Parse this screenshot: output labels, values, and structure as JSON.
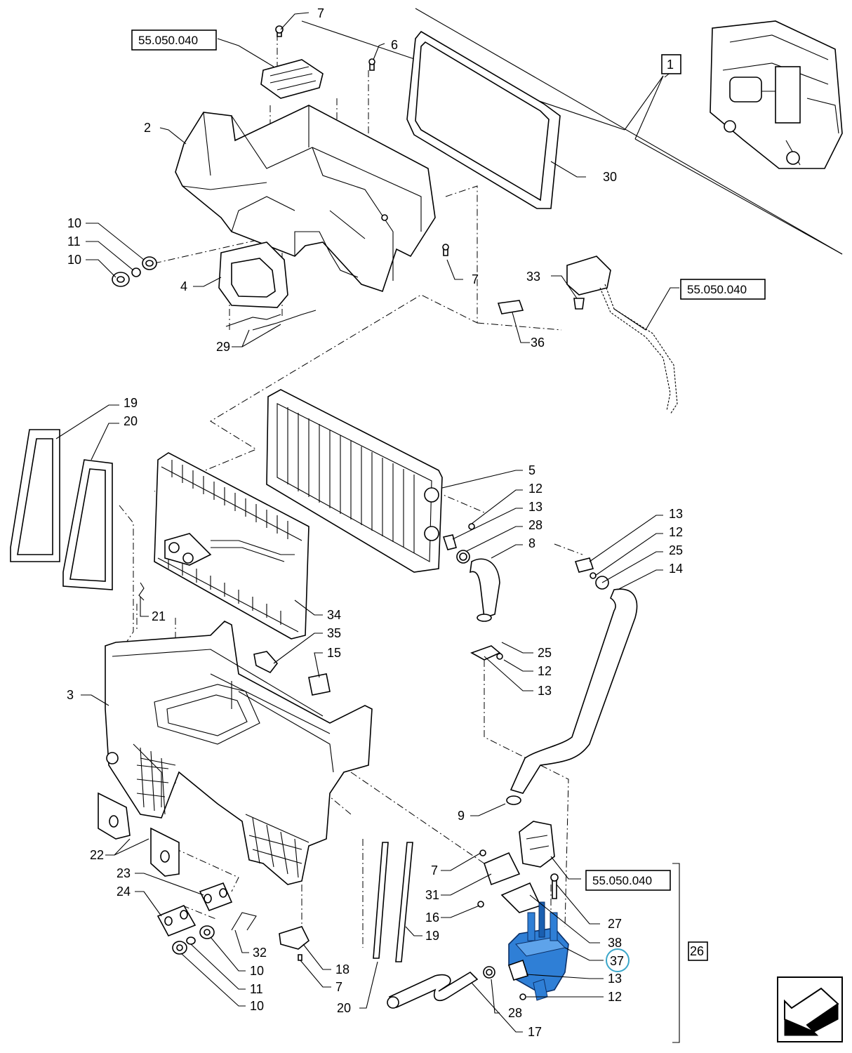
{
  "callouts": {
    "c1": "1",
    "c2": "2",
    "c3": "3",
    "c4": "4",
    "c5": "5",
    "c6": "6",
    "c7a": "7",
    "c7b": "7",
    "c7c": "7",
    "c7d": "7",
    "c8": "8",
    "c9": "9",
    "c10a": "10",
    "c10b": "10",
    "c10c": "10",
    "c10d": "10",
    "c11a": "11",
    "c11b": "11",
    "c12a": "12",
    "c12b": "12",
    "c12c": "12",
    "c12d": "12",
    "c13a": "13",
    "c13b": "13",
    "c13c": "13",
    "c13d": "13",
    "c14": "14",
    "c15": "15",
    "c16": "16",
    "c17": "17",
    "c18": "18",
    "c19a": "19",
    "c19b": "19",
    "c20a": "20",
    "c20b": "20",
    "c21": "21",
    "c22": "22",
    "c23": "23",
    "c24": "24",
    "c25a": "25",
    "c25b": "25",
    "c26": "26",
    "c27": "27",
    "c28a": "28",
    "c28b": "28",
    "c29": "29",
    "c30": "30",
    "c31": "31",
    "c32": "32",
    "c33": "33",
    "c34": "34",
    "c35": "35",
    "c36": "36",
    "c37": "37",
    "c38": "38"
  },
  "references": {
    "ref_top": "55.050.040",
    "ref_right": "55.050.040",
    "ref_bottom": "55.050.040"
  },
  "colors": {
    "highlight_fill": "#2f7fd6",
    "highlight_ring": "#3aa6c9",
    "line": "#000000"
  },
  "icons": {
    "nav": "arrow-back-icon"
  }
}
